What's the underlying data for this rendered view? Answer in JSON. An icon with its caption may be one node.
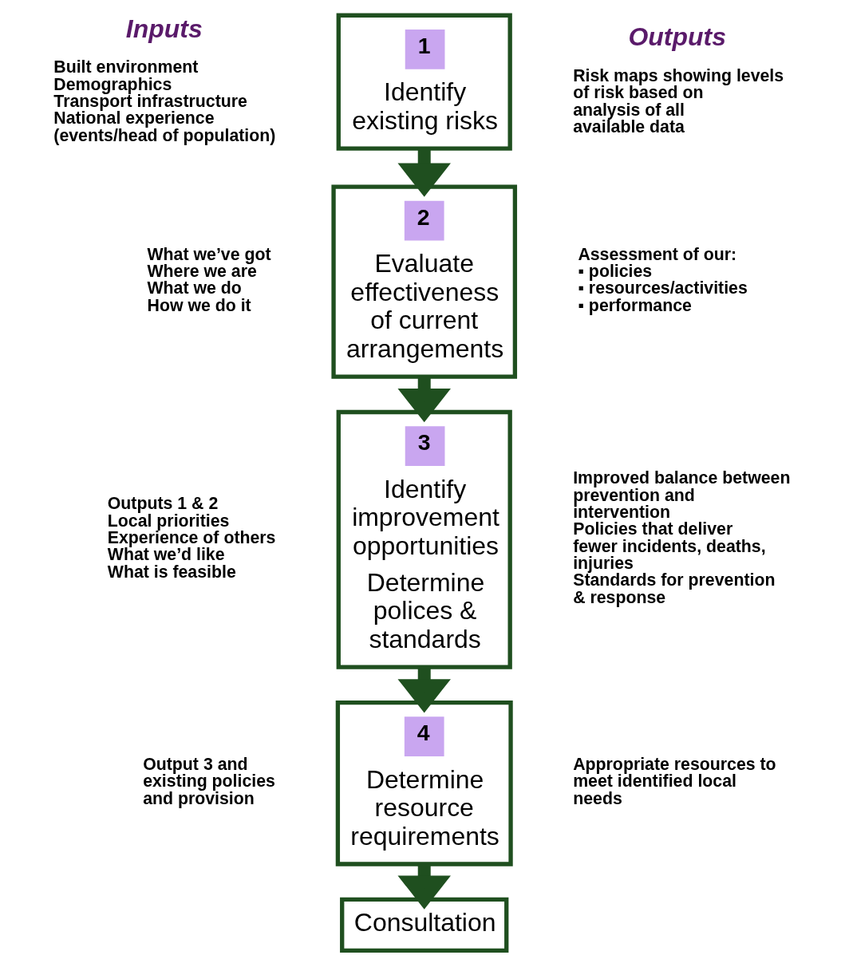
{
  "diagram": {
    "nodes": [
      {
        "text": [
          "1",
          "Identify existing risks"
        ]
      },
      {
        "text": [
          "2",
          "Evaluate effectiveness of current arrangements"
        ]
      },
      {
        "text": [
          "3",
          "Identify improvement opportunities",
          "Determine polices & standards"
        ]
      },
      {
        "text": [
          "4",
          "Determine resource requirements"
        ]
      },
      {
        "text": [
          "Consultation"
        ]
      }
    ],
    "edges": [
      {
        "from": 0,
        "to": 1,
        "arrow": "to"
      },
      {
        "from": 1,
        "to": 2,
        "arrow": "to"
      },
      {
        "from": 2,
        "to": 3,
        "arrow": "to"
      },
      {
        "from": 3,
        "to": 4,
        "arrow": "to"
      }
    ],
    "labels": [
      "Inputs",
      "Outputs",
      "Built environment",
      "Demographics",
      "Transport infrastructure",
      "National experience",
      "(events/head of population)",
      "Risk maps showing levels of risk based on analysis of all available data",
      "What we’ve got",
      "Where we are",
      "What we do",
      "How we do it",
      "Assessment of our:",
      "▪ policies",
      "▪ resources/activities",
      "▪ performance",
      "Outputs 1 & 2",
      "Local priorities",
      "Experience of others",
      "What we’d like",
      "What is feasible",
      "Improved balance between prevention and intervention",
      "Policies that deliver fewer incidents, deaths, injuries",
      "Standards for prevention & response",
      "Output 3 and existing policies and provision",
      "Appropriate resources to meet identified local needs"
    ]
  }
}
